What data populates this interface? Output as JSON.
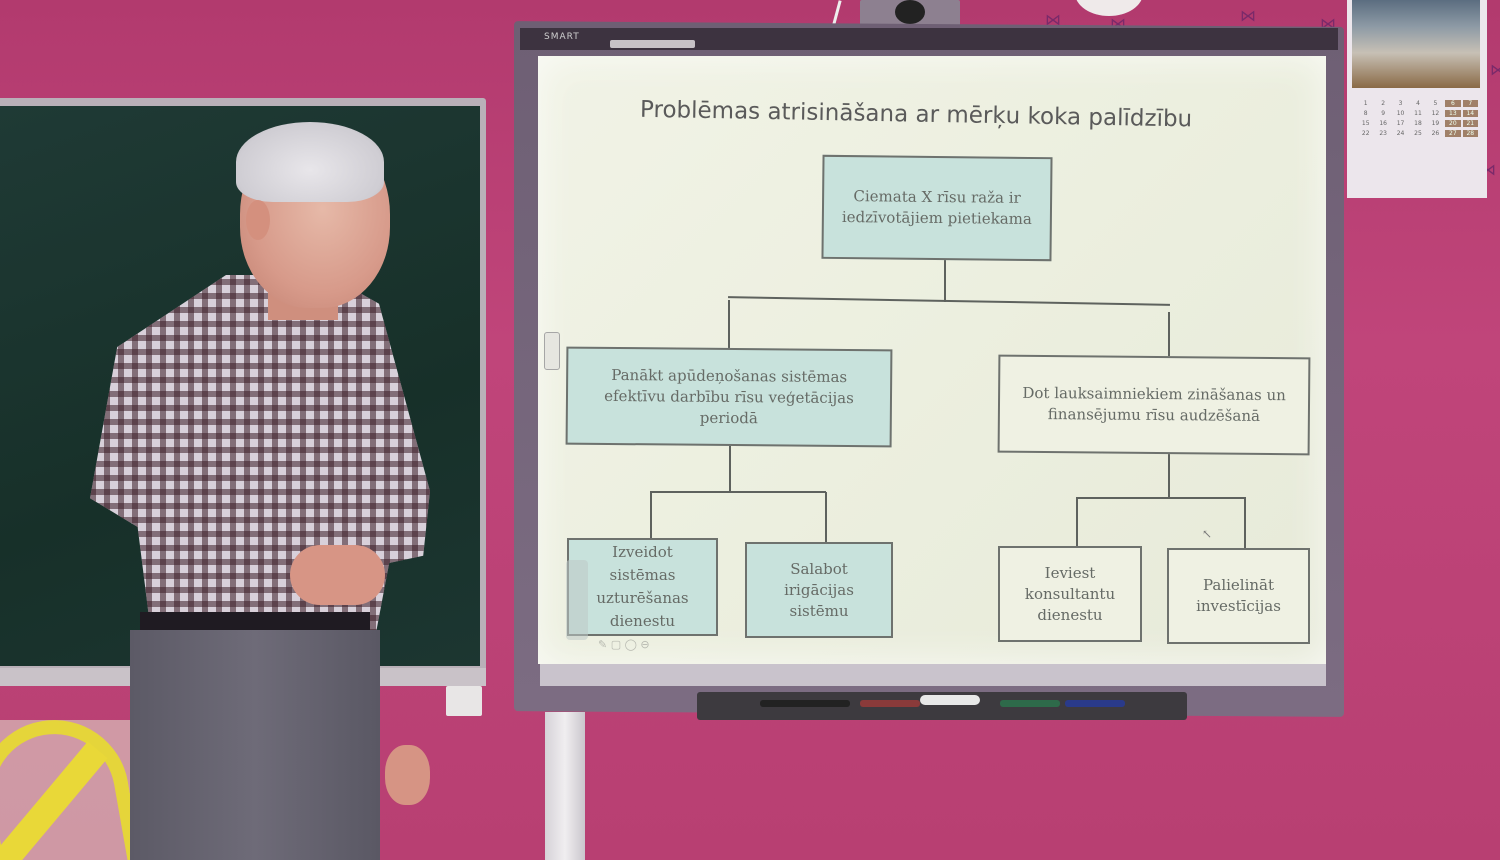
{
  "scene": {
    "description": "Teacher presenting a goal-tree diagram on an interactive whiteboard in a classroom with pink walls",
    "wall_color": "#b83f72",
    "whiteboard_brand": "SMART"
  },
  "slide": {
    "title": "Problēmas atrisināšana ar mērķu koka palīdzību",
    "root": {
      "label_line1": "Ciemata X rīsu raža ir",
      "label_line2": "iedzīvotājiem pietiekama"
    },
    "branches": [
      {
        "label_line1": "Panākt apūdeņošanas sistēmas",
        "label_line2": "efektīvu darbību rīsu veģetācijas",
        "label_line3": "periodā",
        "style": "teal",
        "children": [
          {
            "label_line1": "Izveidot",
            "label_line2": "sistēmas",
            "label_line3": "uzturēšanas",
            "label_line4": "dienestu",
            "style": "teal"
          },
          {
            "label_line1": "Salabot",
            "label_line2": "irigācijas",
            "label_line3": "sistēmu",
            "style": "teal"
          }
        ]
      },
      {
        "label_line1": "Dot lauksaimniekiem zināšanas un",
        "label_line2": "finansējumu rīsu audzēšanā",
        "style": "plain",
        "children": [
          {
            "label_line1": "Ieviest",
            "label_line2": "konsultantu",
            "label_line3": "dienestu",
            "style": "plain"
          },
          {
            "label_line1": "Palielināt",
            "label_line2": "investīcijas",
            "style": "plain"
          }
        ]
      }
    ],
    "colors": {
      "teal_fill": "#c8e2dc",
      "plain_fill": "#eff1e3",
      "border": "#6e726e",
      "text": "#666b66"
    }
  },
  "whiteboard_ui": {
    "mini_toolbar": "✎ ▢ ◯ ⊖"
  },
  "calendar": {
    "days": [
      "1",
      "2",
      "3",
      "4",
      "5",
      "6",
      "7",
      "8",
      "9",
      "10",
      "11",
      "12",
      "13",
      "14",
      "15",
      "16",
      "17",
      "18",
      "19",
      "20",
      "21",
      "22",
      "23",
      "24",
      "25",
      "26",
      "27",
      "28"
    ]
  }
}
